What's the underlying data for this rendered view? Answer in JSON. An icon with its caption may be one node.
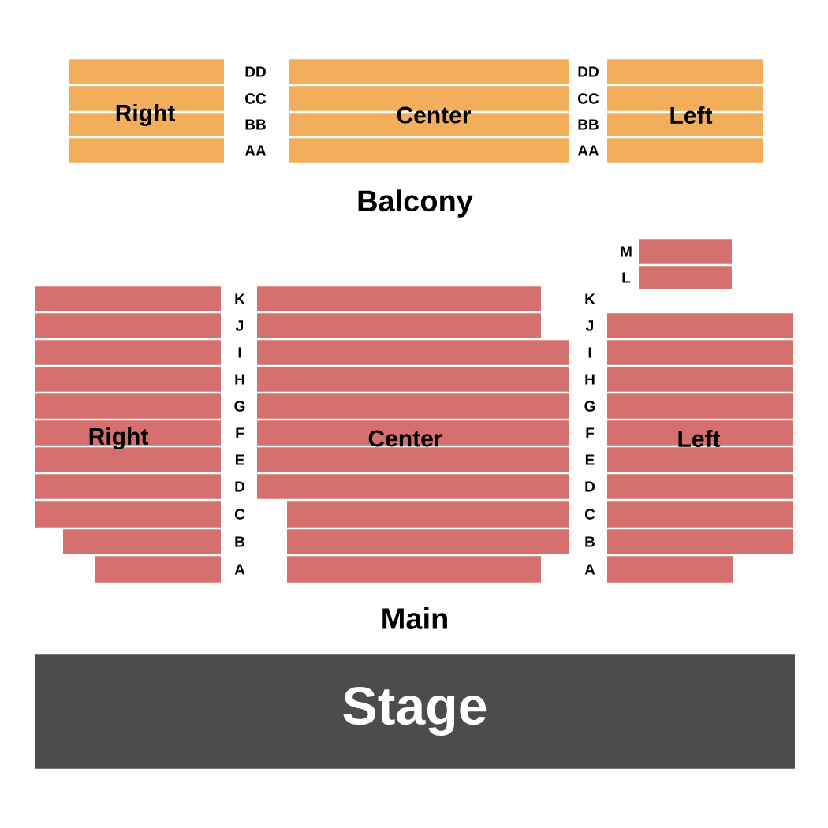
{
  "diagram": {
    "nodes": [
      {
        "text": [
          "Right"
        ]
      },
      {
        "text": [
          "Center"
        ]
      },
      {
        "text": [
          "Left"
        ]
      },
      {
        "text": [],
        "shape": "box"
      },
      {
        "text": [
          "Right"
        ]
      },
      {
        "text": [
          "Center"
        ]
      },
      {
        "text": [
          "Left"
        ]
      },
      {
        "text": [
          "Stage"
        ]
      }
    ],
    "labels": [
      "DD",
      "DD",
      "CC",
      "CC",
      "BB",
      "BB",
      "AA",
      "AA",
      "Balcony",
      "M",
      "L",
      "K",
      "K",
      "J",
      "J",
      "I",
      "I",
      "H",
      "H",
      "G",
      "G",
      "F",
      "F",
      "E",
      "E",
      "D",
      "D",
      "C",
      "C",
      "B",
      "B",
      "A",
      "A",
      "Main"
    ]
  }
}
